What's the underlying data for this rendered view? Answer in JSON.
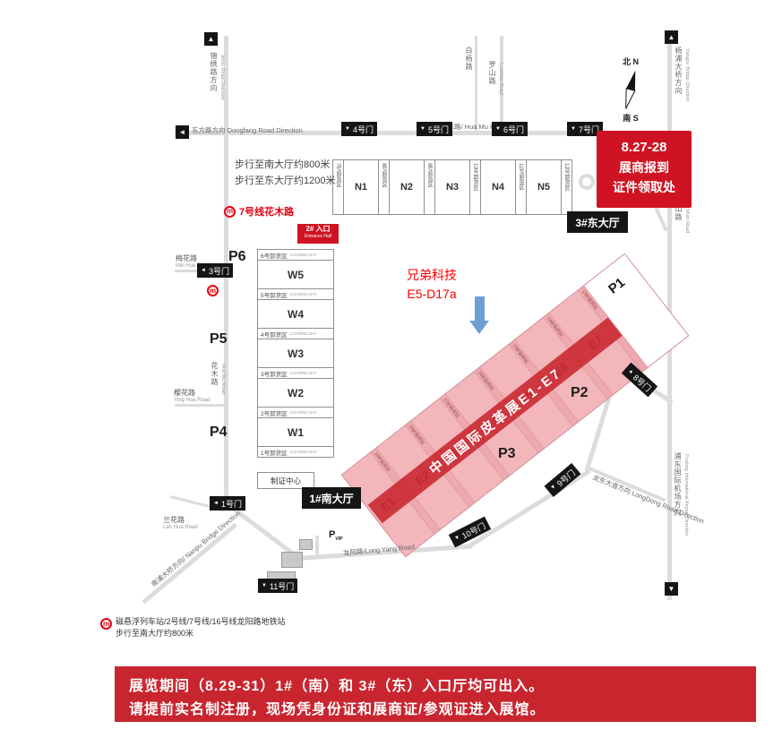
{
  "icons": {
    "arrow_up": "▲",
    "arrow_down": "▼",
    "arrow_left": "◄",
    "metro": "m"
  },
  "banner": {
    "line1": "展览期间（8.29-31）1#（南）和 3#（东）入口厅均可出入。",
    "line2": "请提前实名制注册，现场凭身份证和展商证/参观证进入展馆。"
  },
  "reg_box": {
    "line1": "8.27-28",
    "line2": "展商报到",
    "line3": "证件领取处"
  },
  "annotation": {
    "company": "兄弟科技",
    "booth": "E5-D17a"
  },
  "entrances": {
    "east": "3#东大厅",
    "south": "1#南大厅",
    "e2_line1": "2# 入口",
    "e2_line2": "Entrance Hall"
  },
  "walk": {
    "line1": "步行至南大厅约800米",
    "line2": "步行至东大厅约1200米"
  },
  "metro": {
    "line7": "7号线花木路",
    "note1": "磁悬浮列车站/2号线/7号线/16号线龙阳路地铁站",
    "note2": "步行至南大厅约800米"
  },
  "compass": {
    "n": "北 N",
    "s": "南 S"
  },
  "west_block": {
    "halls": [
      "W5",
      "W4",
      "W3",
      "W2",
      "W1"
    ],
    "bays": [
      "6号卸货区",
      "5号卸货区",
      "4号卸货区",
      "3号卸货区",
      "2号卸货区",
      "1号卸货区"
    ],
    "loading_en": "LOADING BAY",
    "cert_center": "制证中心"
  },
  "north_block": {
    "halls": [
      "N1",
      "N2",
      "N3",
      "N4",
      "N5"
    ],
    "bays": [
      "7号卸货区",
      "8号卸货区",
      "9号卸货区",
      "10号卸货区",
      "11号卸货区",
      "12号卸货区"
    ]
  },
  "east_block": {
    "halls": [
      "E1",
      "E2",
      "E3",
      "E4",
      "E5",
      "E6",
      "E7"
    ],
    "bays": [
      "19号卸货区",
      "18号卸货区",
      "17号卸货区",
      "16号卸货区",
      "15号卸货区",
      "14号卸货区",
      "13号卸货区"
    ],
    "banner": "中国国际皮革展E1-E7",
    "p1": "P1"
  },
  "parking": {
    "p2": "P2",
    "p3": "P3",
    "p4": "P4",
    "p5": "P5",
    "p6": "P6",
    "vip_p": "P",
    "vip_sub": "VIP"
  },
  "gates": {
    "g1": "1号门",
    "g3": "3号门",
    "g4": "4号门",
    "g5": "5号门",
    "g6": "6号门",
    "g7": "7号门",
    "g8": "8号门",
    "g9": "9号门",
    "g10": "10号门",
    "g11": "11号门"
  },
  "roads": {
    "dongfang": "东方路方向 Dongfang Road Direction",
    "huamu_top": "花木路/ Hua Mu Road",
    "huamu_left_cn": "花木路",
    "huamu_left_en": "Hua Mu Road",
    "baiyang": "白杨路",
    "luoshan_top_cn": "罗山路",
    "luoshan_top_en": "Luoshan Road",
    "luoshan_right_cn": "罗山路",
    "luoshan_right_en": "Luo Shan Road",
    "yangpu_cn": "杨浦大桥方向",
    "yangpu_en": "Yangpu Bridge Direction",
    "jinxiu_cn": "锦绣路方向",
    "jinxiu_en": "Jinxiu Road Direction",
    "airport_cn": "浦东国际机场方向",
    "airport_en": "Pudong International Airport Direction",
    "meihua_cn": "梅花路",
    "meihua_en": "Mei Hua Road",
    "yinghua_cn": "樱花路",
    "yinghua_en": "Ying Hua Road",
    "lanhua_cn": "兰花路",
    "lanhua_en": "Lan Hua Road",
    "nanpu": "南浦大桥方向/ Nanpu Bridge Direction",
    "longyang": "龙阳路/Long Yang Road",
    "longdong": "龙东大道方向 LongDong Road Direction"
  }
}
